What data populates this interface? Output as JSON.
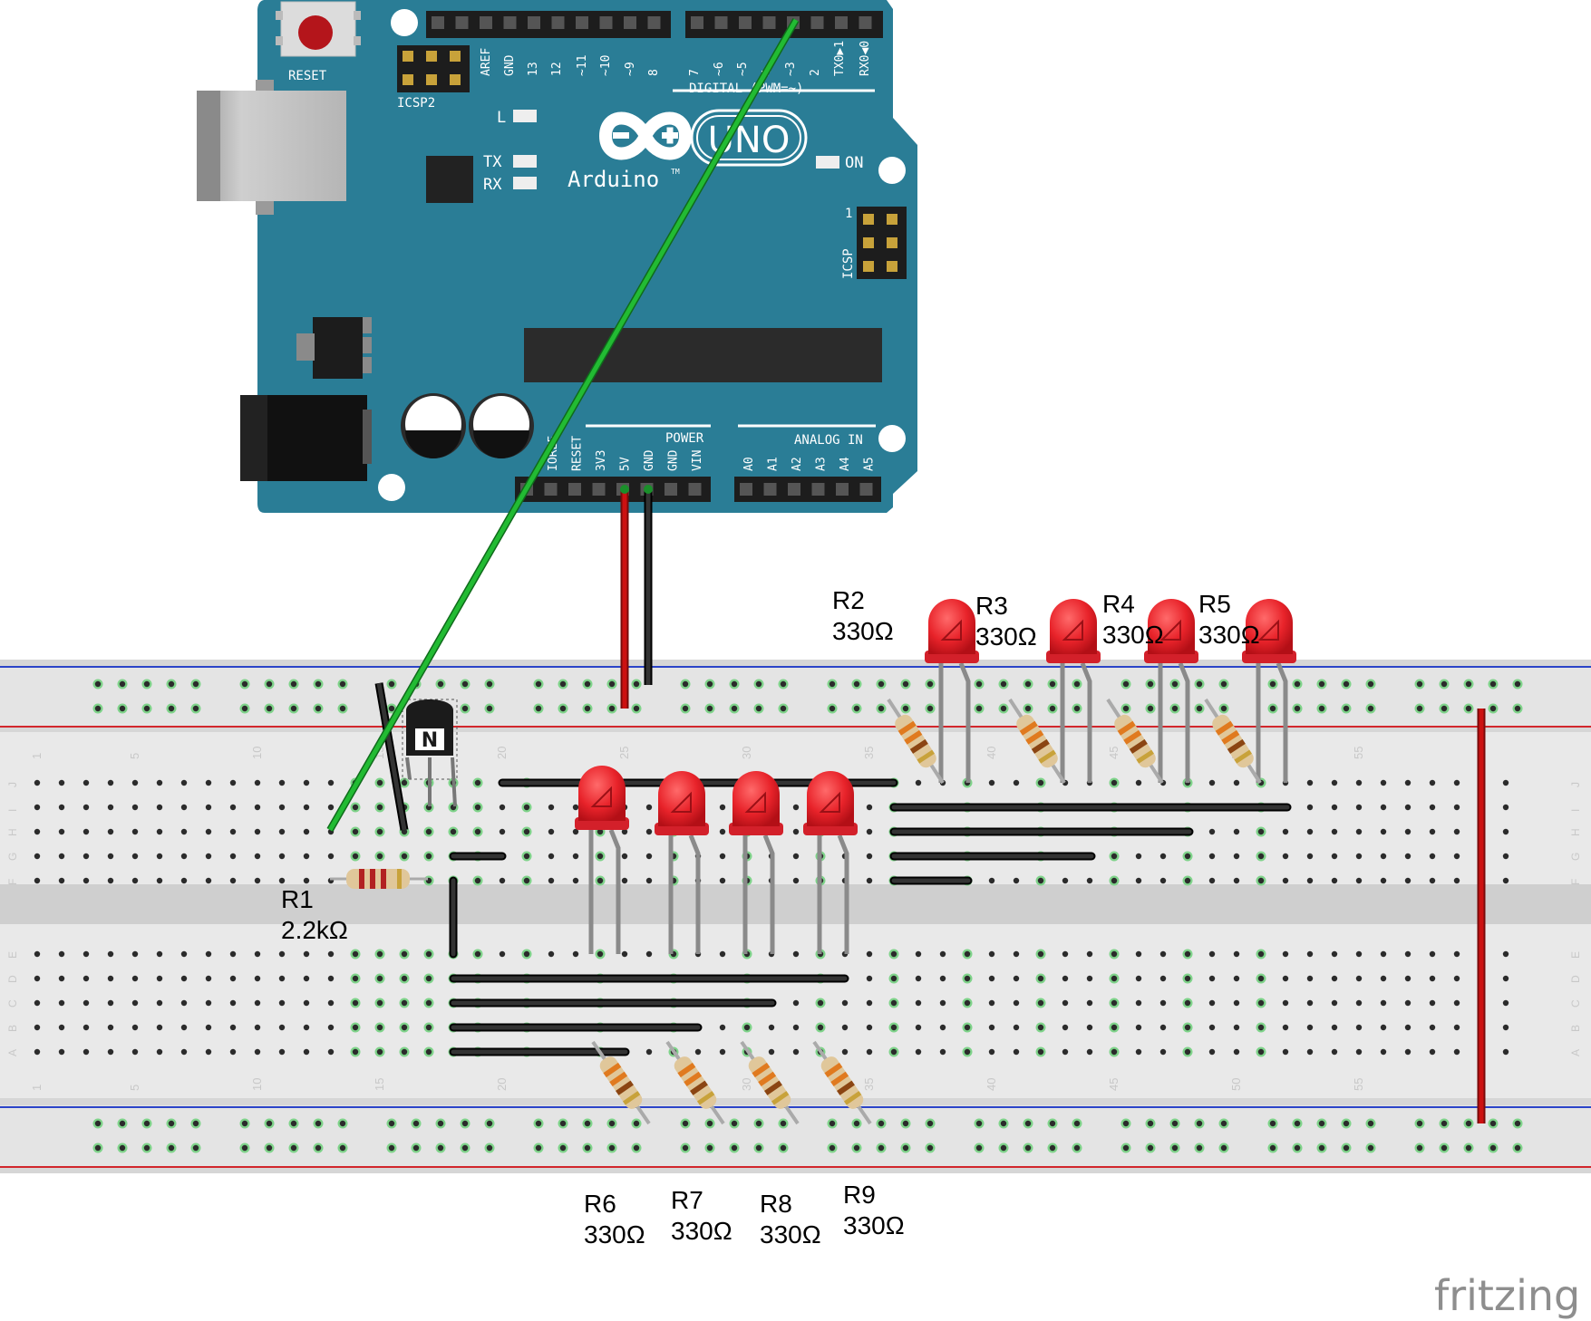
{
  "board": {
    "reset_label": "RESET",
    "icsp2_label": "ICSP2",
    "icsp_label": "ICSP",
    "icsp_pin1": "1",
    "led_l": "L",
    "led_tx": "TX",
    "led_rx": "RX",
    "led_on": "ON",
    "brand": "Arduino",
    "tm": "TM",
    "model": "UNO",
    "digital_label": "DIGITAL (PWM=~)",
    "power_label": "POWER",
    "analog_label": "ANALOG IN",
    "top_pins": [
      "AREF",
      "GND",
      "13",
      "12",
      "~11",
      "~10",
      "~9",
      "8",
      "7",
      "~6",
      "~5",
      "4",
      "~3",
      "2",
      "TX0▶1",
      "RX0◀0"
    ],
    "power_pins": [
      "IOREF",
      "RESET",
      "3V3",
      "5V",
      "GND",
      "GND",
      "VIN"
    ],
    "analog_pins": [
      "A0",
      "A1",
      "A2",
      "A3",
      "A4",
      "A5"
    ]
  },
  "breadboard": {
    "column_numbers": [
      "1",
      "5",
      "10",
      "15",
      "20",
      "25",
      "30",
      "35",
      "40",
      "45",
      "50",
      "55"
    ],
    "rows_top": [
      "J",
      "I",
      "H",
      "G",
      "F"
    ],
    "rows_bottom": [
      "E",
      "D",
      "C",
      "B",
      "A"
    ]
  },
  "labels": {
    "r1_name": "R1",
    "r1_value": "2.2kΩ",
    "r2_name": "R2",
    "r2_value": "330Ω",
    "r3_name": "R3",
    "r3_value": "330Ω",
    "r4_name": "R4",
    "r4_value": "330Ω",
    "r5_name": "R5",
    "r5_value": "330Ω",
    "r6_name": "R6",
    "r6_value": "330Ω",
    "r7_name": "R7",
    "r7_value": "330Ω",
    "r8_name": "R8",
    "r8_value": "330Ω",
    "r9_name": "R9",
    "r9_value": "330Ω"
  },
  "transistor_mark": "N",
  "watermark": "fritzing",
  "colors": {
    "board": "#2a7d96",
    "breadboard": "#dcdcdc",
    "wire_green": "#22bb33",
    "wire_red": "#cc1111",
    "wire_black": "#222222",
    "led_red": "#e8232a",
    "rail_red": "#d2262c",
    "rail_blue": "#2b44c8"
  }
}
